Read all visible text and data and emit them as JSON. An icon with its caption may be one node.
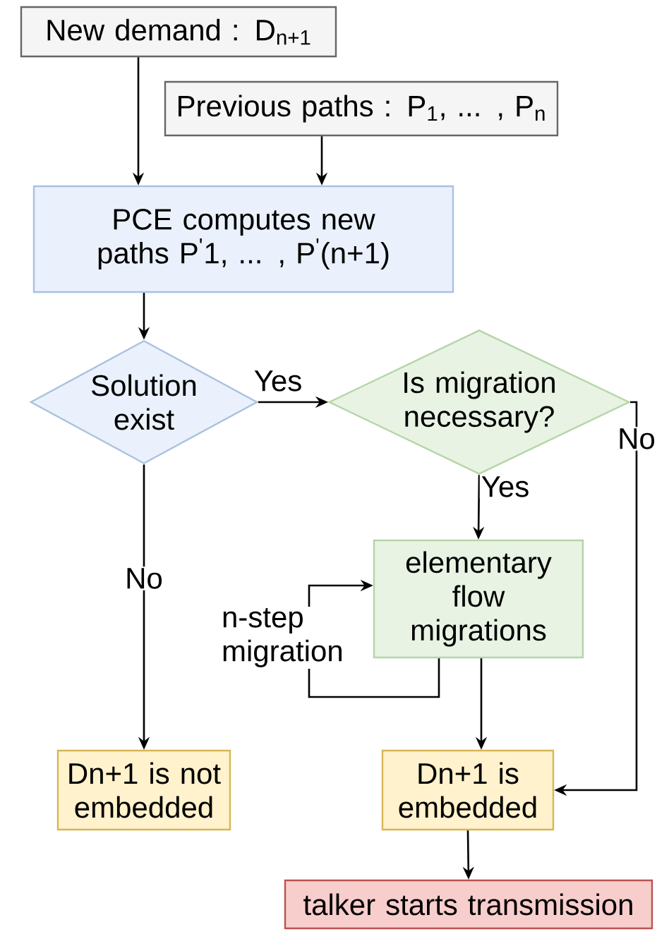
{
  "diagram": {
    "nodes": [
      {
        "text": [
          "New demand : D$_{n+1}$"
        ]
      },
      {
        "text": [
          "Previous paths : P$_{1}$, ... , P$_{n}$"
        ]
      },
      {
        "text": [
          "PCE computes new paths P$^{'}$1, ... , P$^{'}$(n+1)"
        ]
      },
      {
        "text": [
          "Solution exist"
        ]
      },
      {
        "text": [
          "Is migration necessary?"
        ]
      },
      {
        "text": [
          "elementary flow migrations"
        ]
      },
      {
        "text": [
          "Dn+1 is not embedded"
        ]
      },
      {
        "text": [
          "Dn+1 is embedded"
        ]
      },
      {
        "text": [
          "talker starts transmission"
        ]
      }
    ],
    "edges": [
      {
        "from": 0,
        "to": 2,
        "arrow": "to"
      },
      {
        "from": 1,
        "to": 2,
        "arrow": "to"
      },
      {
        "from": 2,
        "to": 3,
        "arrow": "to"
      },
      {
        "from": 3,
        "to": 4,
        "arrow": "to",
        "label": "Yes"
      },
      {
        "from": 4,
        "to": 5,
        "arrow": "to",
        "label": "Yes"
      },
      {
        "from": 3,
        "to": 6,
        "arrow": "to",
        "label": "No"
      },
      {
        "from": 4,
        "to": 7,
        "arrow": "to",
        "label": "No"
      },
      {
        "from": 5,
        "to": 7,
        "arrow": "to"
      },
      {
        "from": 5,
        "to": 5,
        "arrow": "to",
        "label": "n-step migration"
      },
      {
        "from": 7,
        "to": 8,
        "arrow": "to"
      }
    ]
  }
}
